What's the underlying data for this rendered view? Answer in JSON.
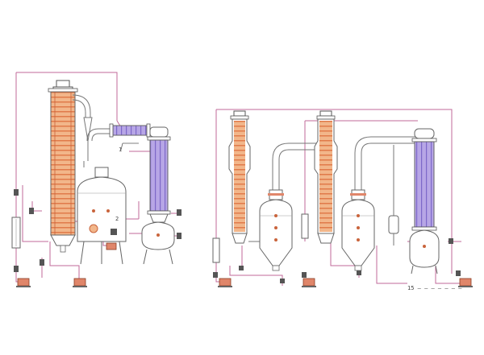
{
  "colors": {
    "background": "#ffffff",
    "pipe_line": "#c06a9a",
    "vessel_outline": "#6a6a6a",
    "column_fill": "#f2b68a",
    "column_tube_stripe": "#e07a4a",
    "condenser_fill": "#b7a6e6",
    "condenser_stripe": "#7d68c8",
    "pump_fill": "#e0866a",
    "valve_fill": "#555555"
  },
  "labels": {
    "single_effect_tag_1": "1",
    "single_effect_tag_2": "2",
    "double_effect_footer": "15 — — — — — — —"
  },
  "systems": [
    {
      "name": "single-effect-evaporator",
      "components": [
        "heater-column",
        "separator-vessel",
        "condenser",
        "receiver-tank",
        "feed-pump",
        "discharge-pump",
        "flow-meter"
      ]
    },
    {
      "name": "double-effect-evaporator",
      "components": [
        "heater-column-1",
        "separator-vessel-1",
        "heater-column-2",
        "separator-vessel-2",
        "condenser",
        "receiver-tank",
        "feed-pump",
        "transfer-pump",
        "discharge-pump",
        "flow-meter-1",
        "flow-meter-2"
      ]
    }
  ]
}
